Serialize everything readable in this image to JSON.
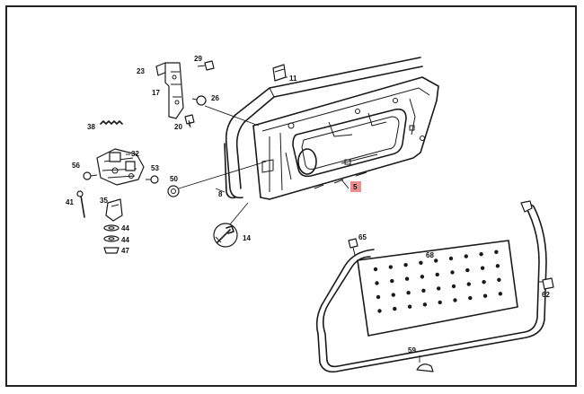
{
  "diagram": {
    "highlight_color": "#ef8c8c",
    "callouts": {
      "c5": "5",
      "c8": "8",
      "c11": "11",
      "c14": "14",
      "c17": "17",
      "c20": "20",
      "c23": "23",
      "c26": "26",
      "c29": "29",
      "c32": "32",
      "c35": "35",
      "c38": "38",
      "c41": "41",
      "c44a": "44",
      "c44b": "44",
      "c47": "47",
      "c50": "50",
      "c53": "53",
      "c56": "56",
      "c59": "59",
      "c62": "62",
      "c65": "65",
      "c68": "68"
    }
  }
}
